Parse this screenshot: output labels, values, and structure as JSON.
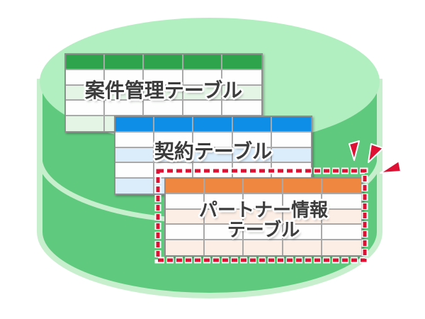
{
  "illustration": {
    "description": "データベース内テーブル構成図",
    "highlight_target": "パートナー情報テーブル"
  },
  "colors": {
    "cylinder_body": "#5fca7e",
    "cylinder_top": "#b2efc0",
    "cylinder_edge": "#c8efcd",
    "alert_red": "#dd1133",
    "table_border": "#8f8f8f",
    "table_grid": "#a9a9a9",
    "label_text": "#3c3c3c",
    "row_white": "#fdfefd"
  },
  "tables": [
    {
      "id": "case",
      "label": "案件管理テーブル",
      "header_color": "#2ea44d",
      "row_tint": "#e4f5e6",
      "columns": 5,
      "rows": 4
    },
    {
      "id": "contract",
      "label": "契約テーブル",
      "header_color": "#0f8ee8",
      "row_tint": "#dbedfb",
      "columns": 5,
      "rows": 4
    },
    {
      "id": "partner",
      "label": "パートナー情報\nテーブル",
      "header_color": "#f08740",
      "row_tint": "#fceee5",
      "columns": 5,
      "rows": 4
    }
  ]
}
